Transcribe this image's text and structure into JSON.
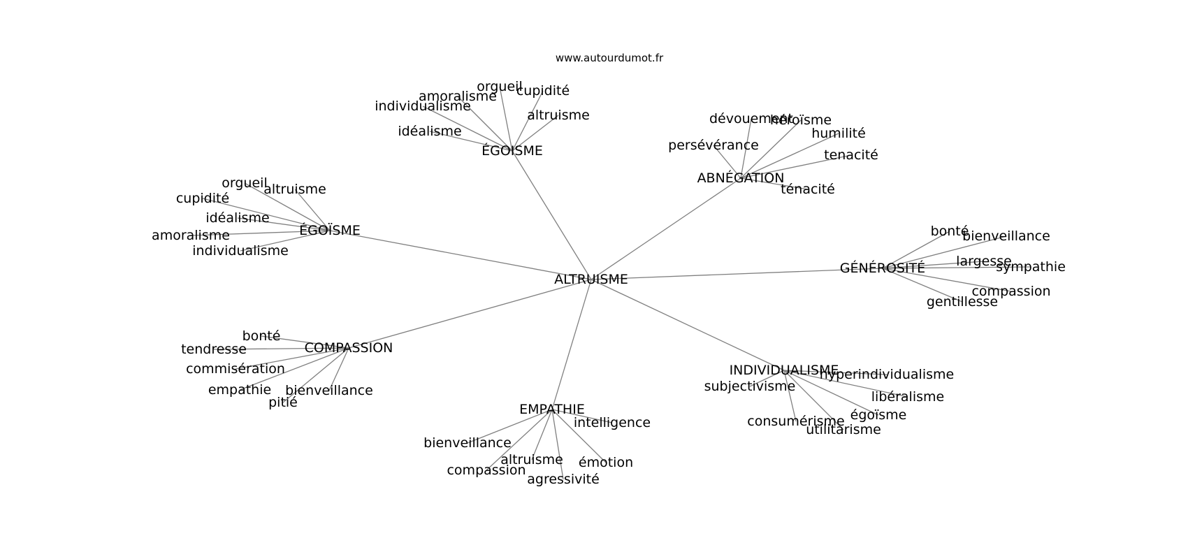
{
  "site": "www.autourdumot.fr",
  "root": "ALTRUISME",
  "hubs": [
    {
      "id": "egoisme_top",
      "label": "ÉGOISME",
      "leaves": [
        "orgueil",
        "cupidité",
        "amoralisme",
        "individualisme",
        "altruisme",
        "idéalisme"
      ]
    },
    {
      "id": "abnegation",
      "label": "ABNÉGATION",
      "leaves": [
        "dévouement",
        "héroïsme",
        "humilité",
        "persévérance",
        "tenacité",
        "ténacité"
      ]
    },
    {
      "id": "egoisme_left",
      "label": "ÉGOÏSME",
      "leaves": [
        "orgueil",
        "altruisme",
        "cupidité",
        "idéalisme",
        "amoralisme",
        "individualisme"
      ]
    },
    {
      "id": "generosite",
      "label": "GÉNÉROSITÉ",
      "leaves": [
        "bonté",
        "bienveillance",
        "largesse",
        "sympathie",
        "compassion",
        "gentillesse"
      ]
    },
    {
      "id": "compassion",
      "label": "COMPASSION",
      "leaves": [
        "bonté",
        "tendresse",
        "commisération",
        "empathie",
        "bienveillance",
        "pitié"
      ]
    },
    {
      "id": "individualisme",
      "label": "INDIVIDUALISME",
      "leaves": [
        "hyperindividualisme",
        "subjectivisme",
        "libéralisme",
        "égoïsme",
        "consumérisme",
        "utilitarisme"
      ]
    },
    {
      "id": "empathie",
      "label": "EMPATHIE",
      "leaves": [
        "intelligence",
        "bienveillance",
        "altruisme",
        "émotion",
        "compassion",
        "agressivité"
      ]
    }
  ]
}
